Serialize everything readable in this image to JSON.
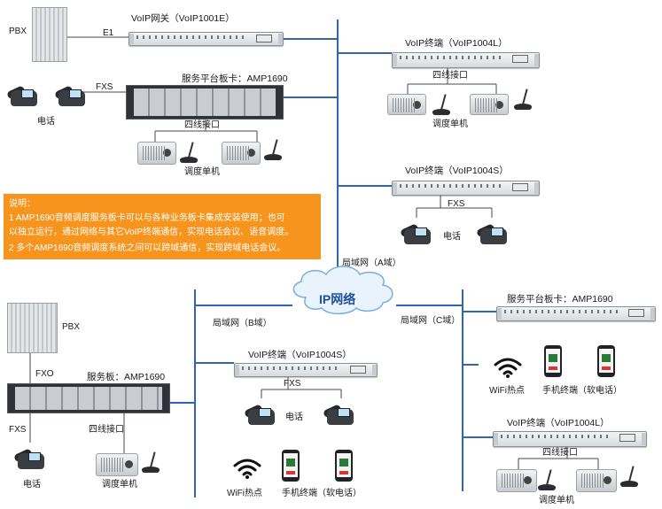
{
  "colors": {
    "network_line": "#2f66b3",
    "note_bg": "#f7941d",
    "cloud_text": "#1f4e9b"
  },
  "cloud": {
    "label": "IP网络"
  },
  "segments": {
    "a": "局域网（A域）",
    "b": "局域网（B域）",
    "c": "局域网（C域）"
  },
  "note": {
    "title": "说明：",
    "line1": "1  AMP1690音频调度服务板卡可以与各种业务板卡集成安装使用；也可",
    "line2": "以独立运行，通过网络与其它VoIP终端通信，实现电话会议、语音调度。",
    "line3": "2  多个AMP1690音频调度系统之间可以跨域通信，实现跨域电话会议。"
  },
  "top_left": {
    "pbx": "PBX",
    "e1": "E1",
    "gateway": "VoIP网关（VoIP1001E）",
    "fxs": "FXS",
    "service_card": "服务平台板卡：AMP1690",
    "phone": "电话",
    "four_wire": "四线接口",
    "dispatch": "调度单机"
  },
  "top_right": {
    "terminal_l": "VoIP终端（VoIP1004L）",
    "four_wire": "四线接口",
    "dispatch": "调度单机",
    "terminal_s": "VoIP终端（VoIP1004S）",
    "fxs": "FXS",
    "phone": "电话"
  },
  "bottom_left": {
    "pbx": "PBX",
    "fxo": "FXO",
    "service_board": "服务板：AMP1690",
    "fxs": "FXS",
    "four_wire": "四线接口",
    "phone": "电话",
    "dispatch": "调度单机"
  },
  "bottom_middle": {
    "terminal_s": "VoIP终端（VoIP1004S）",
    "fxs": "FXS",
    "phone": "电话",
    "wifi": "WiFi热点",
    "mobile": "手机终端（软电话）"
  },
  "bottom_right": {
    "service_card": "服务平台板卡：AMP1690",
    "wifi": "WiFi热点",
    "mobile": "手机终端（软电话）",
    "terminal_l": "VoIP终端（VoIP1004L）",
    "four_wire": "四线接口",
    "dispatch": "调度单机"
  }
}
